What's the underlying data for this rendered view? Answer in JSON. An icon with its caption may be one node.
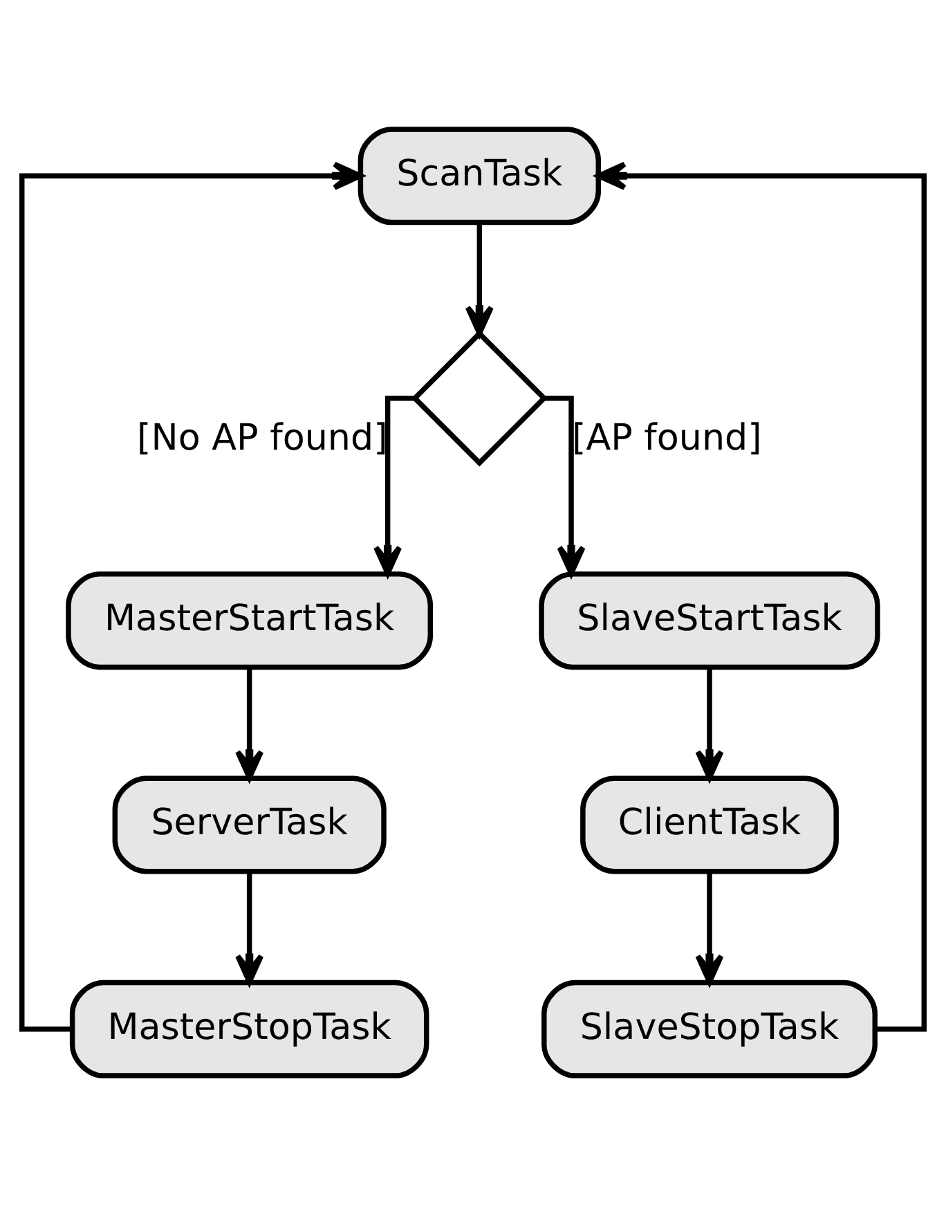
{
  "diagram": {
    "nodes": [
      {
        "text": [
          "ScanTask"
        ]
      },
      {
        "text": [],
        "shape": "diamond"
      },
      {
        "text": [
          "MasterStartTask"
        ]
      },
      {
        "text": [
          "SlaveStartTask"
        ]
      },
      {
        "text": [
          "ServerTask"
        ]
      },
      {
        "text": [
          "ClientTask"
        ]
      },
      {
        "text": [
          "MasterStopTask"
        ]
      },
      {
        "text": [
          "SlaveStopTask"
        ]
      }
    ],
    "edges": [
      {
        "from": 0,
        "to": 1,
        "arrow": "to"
      },
      {
        "from": 1,
        "to": 2,
        "arrow": "to",
        "label": "[No AP found]"
      },
      {
        "from": 1,
        "to": 3,
        "arrow": "to",
        "label": "[AP found]"
      },
      {
        "from": 2,
        "to": 4,
        "arrow": "to"
      },
      {
        "from": 4,
        "to": 6,
        "arrow": "to"
      },
      {
        "from": 3,
        "to": 5,
        "arrow": "to"
      },
      {
        "from": 5,
        "to": 7,
        "arrow": "to"
      },
      {
        "from": 6,
        "to": 0,
        "arrow": "to"
      },
      {
        "from": 7,
        "to": 0,
        "arrow": "to"
      }
    ]
  }
}
